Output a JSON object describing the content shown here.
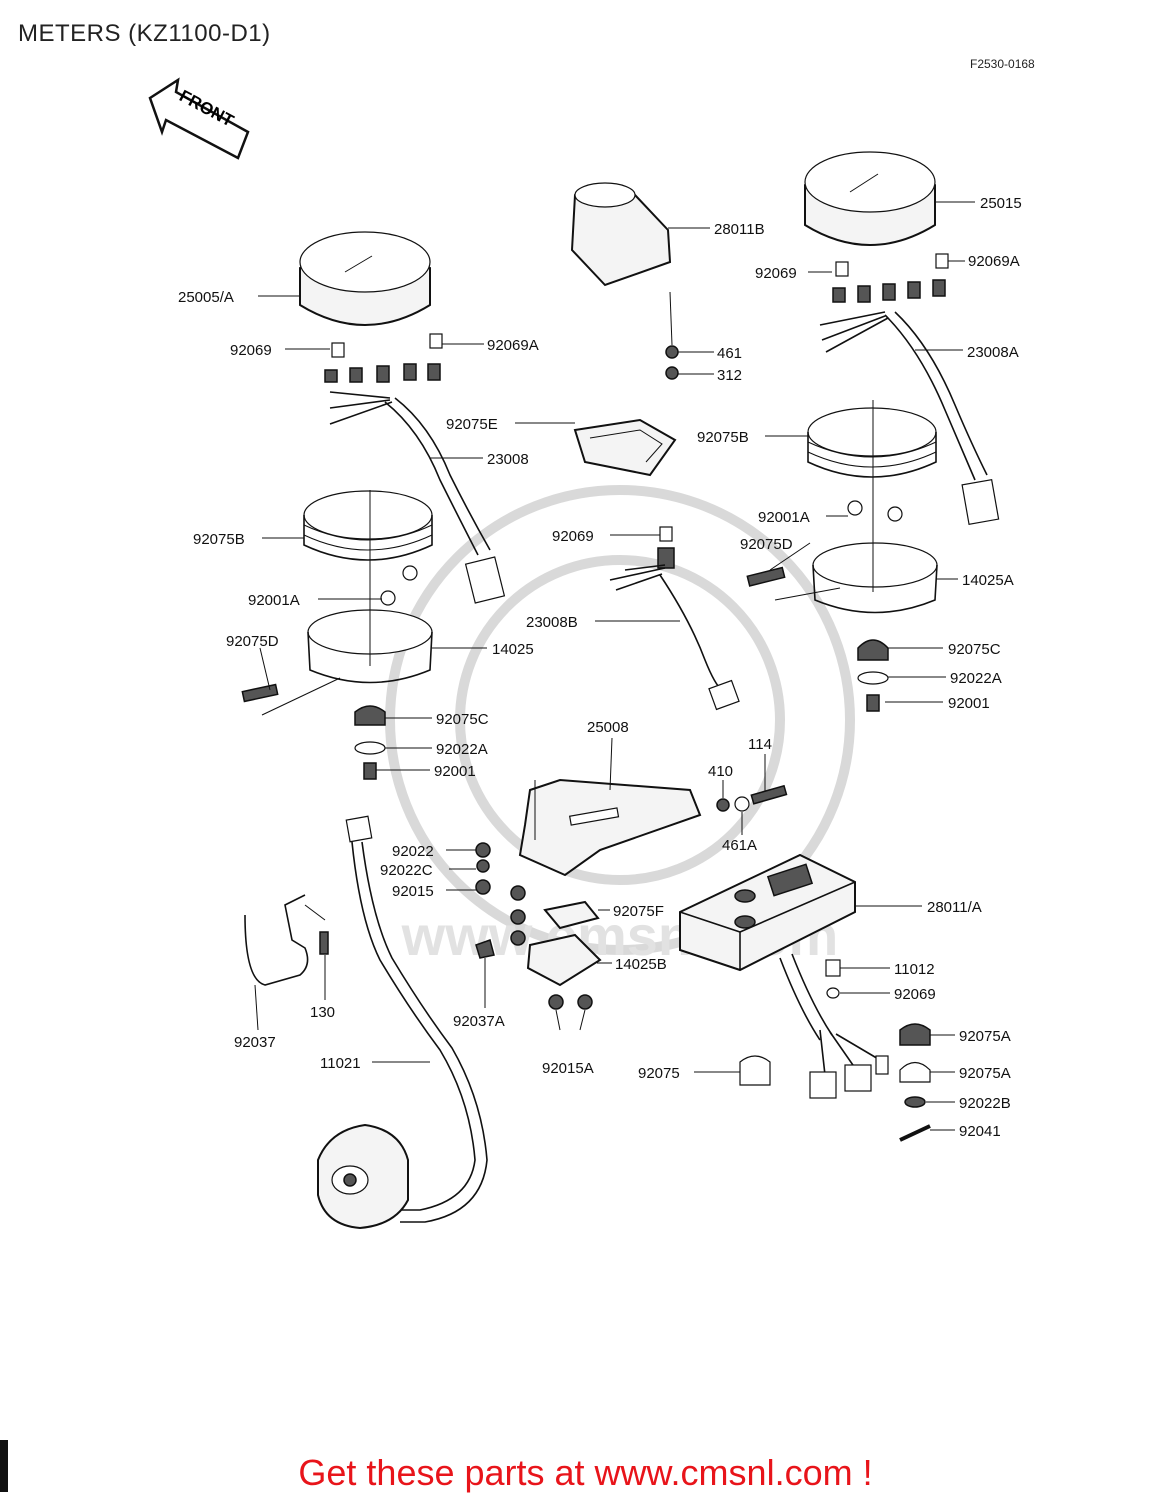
{
  "header": {
    "title": "METERS (KZ1100-D1)",
    "figure_code": "F2530-0168"
  },
  "front_arrow": {
    "label": "FRONT"
  },
  "footer": {
    "cta": "Get these parts at www.cmsnl.com !"
  },
  "watermark": {
    "text": "www.cmsnl.com"
  },
  "part_labels": [
    "28011B",
    "25015",
    "92069",
    "92069A",
    "25005/A",
    "92069",
    "92069A",
    "461",
    "312",
    "23008A",
    "92075E",
    "23008",
    "92075B",
    "92075B",
    "92001A",
    "92069",
    "92075D",
    "14025A",
    "92001A",
    "23008B",
    "92075D",
    "14025",
    "92075C",
    "92022A",
    "92075C",
    "92001",
    "92022A",
    "92001",
    "25008",
    "114",
    "410",
    "461A",
    "92022",
    "92022C",
    "92015",
    "28011/A",
    "92075F",
    "14025B",
    "11012",
    "92069",
    "130",
    "92037",
    "92037A",
    "92075A",
    "11021",
    "92015A",
    "92075",
    "92075A",
    "92022B",
    "92041"
  ],
  "colors": {
    "cta": "#e8141a",
    "ink": "#111111",
    "watermark": "#d9d9d9"
  }
}
